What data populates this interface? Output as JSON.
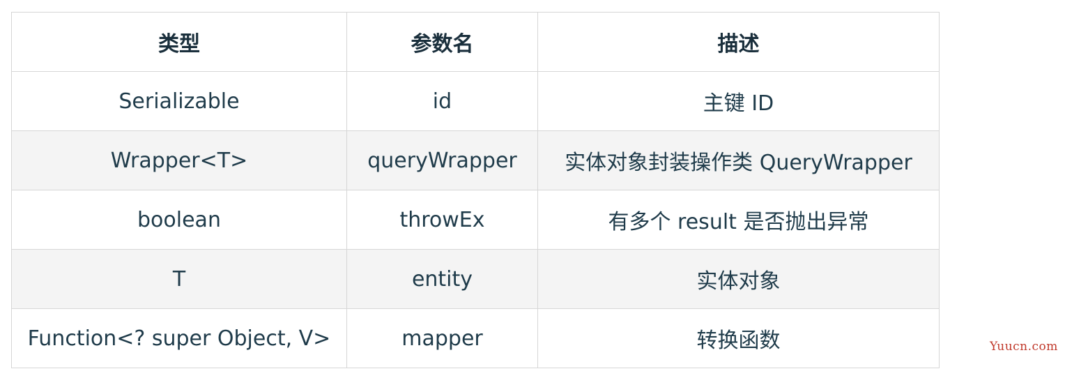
{
  "table": {
    "headers": [
      "类型",
      "参数名",
      "描述"
    ],
    "rows": [
      [
        "Serializable",
        "id",
        "主键 ID"
      ],
      [
        "Wrapper<T>",
        "queryWrapper",
        "实体对象封装操作类 QueryWrapper"
      ],
      [
        "boolean",
        "throwEx",
        "有多个 result 是否抛出异常"
      ],
      [
        "T",
        "entity",
        "实体对象"
      ],
      [
        "Function<? super Object, V>",
        "mapper",
        "转换函数"
      ]
    ]
  },
  "watermark": "Yuucn.com",
  "colors": {
    "text": "#1f3b4a",
    "border": "#d6d6d6",
    "stripe": "#f4f4f4",
    "watermark": "#c0392b"
  }
}
